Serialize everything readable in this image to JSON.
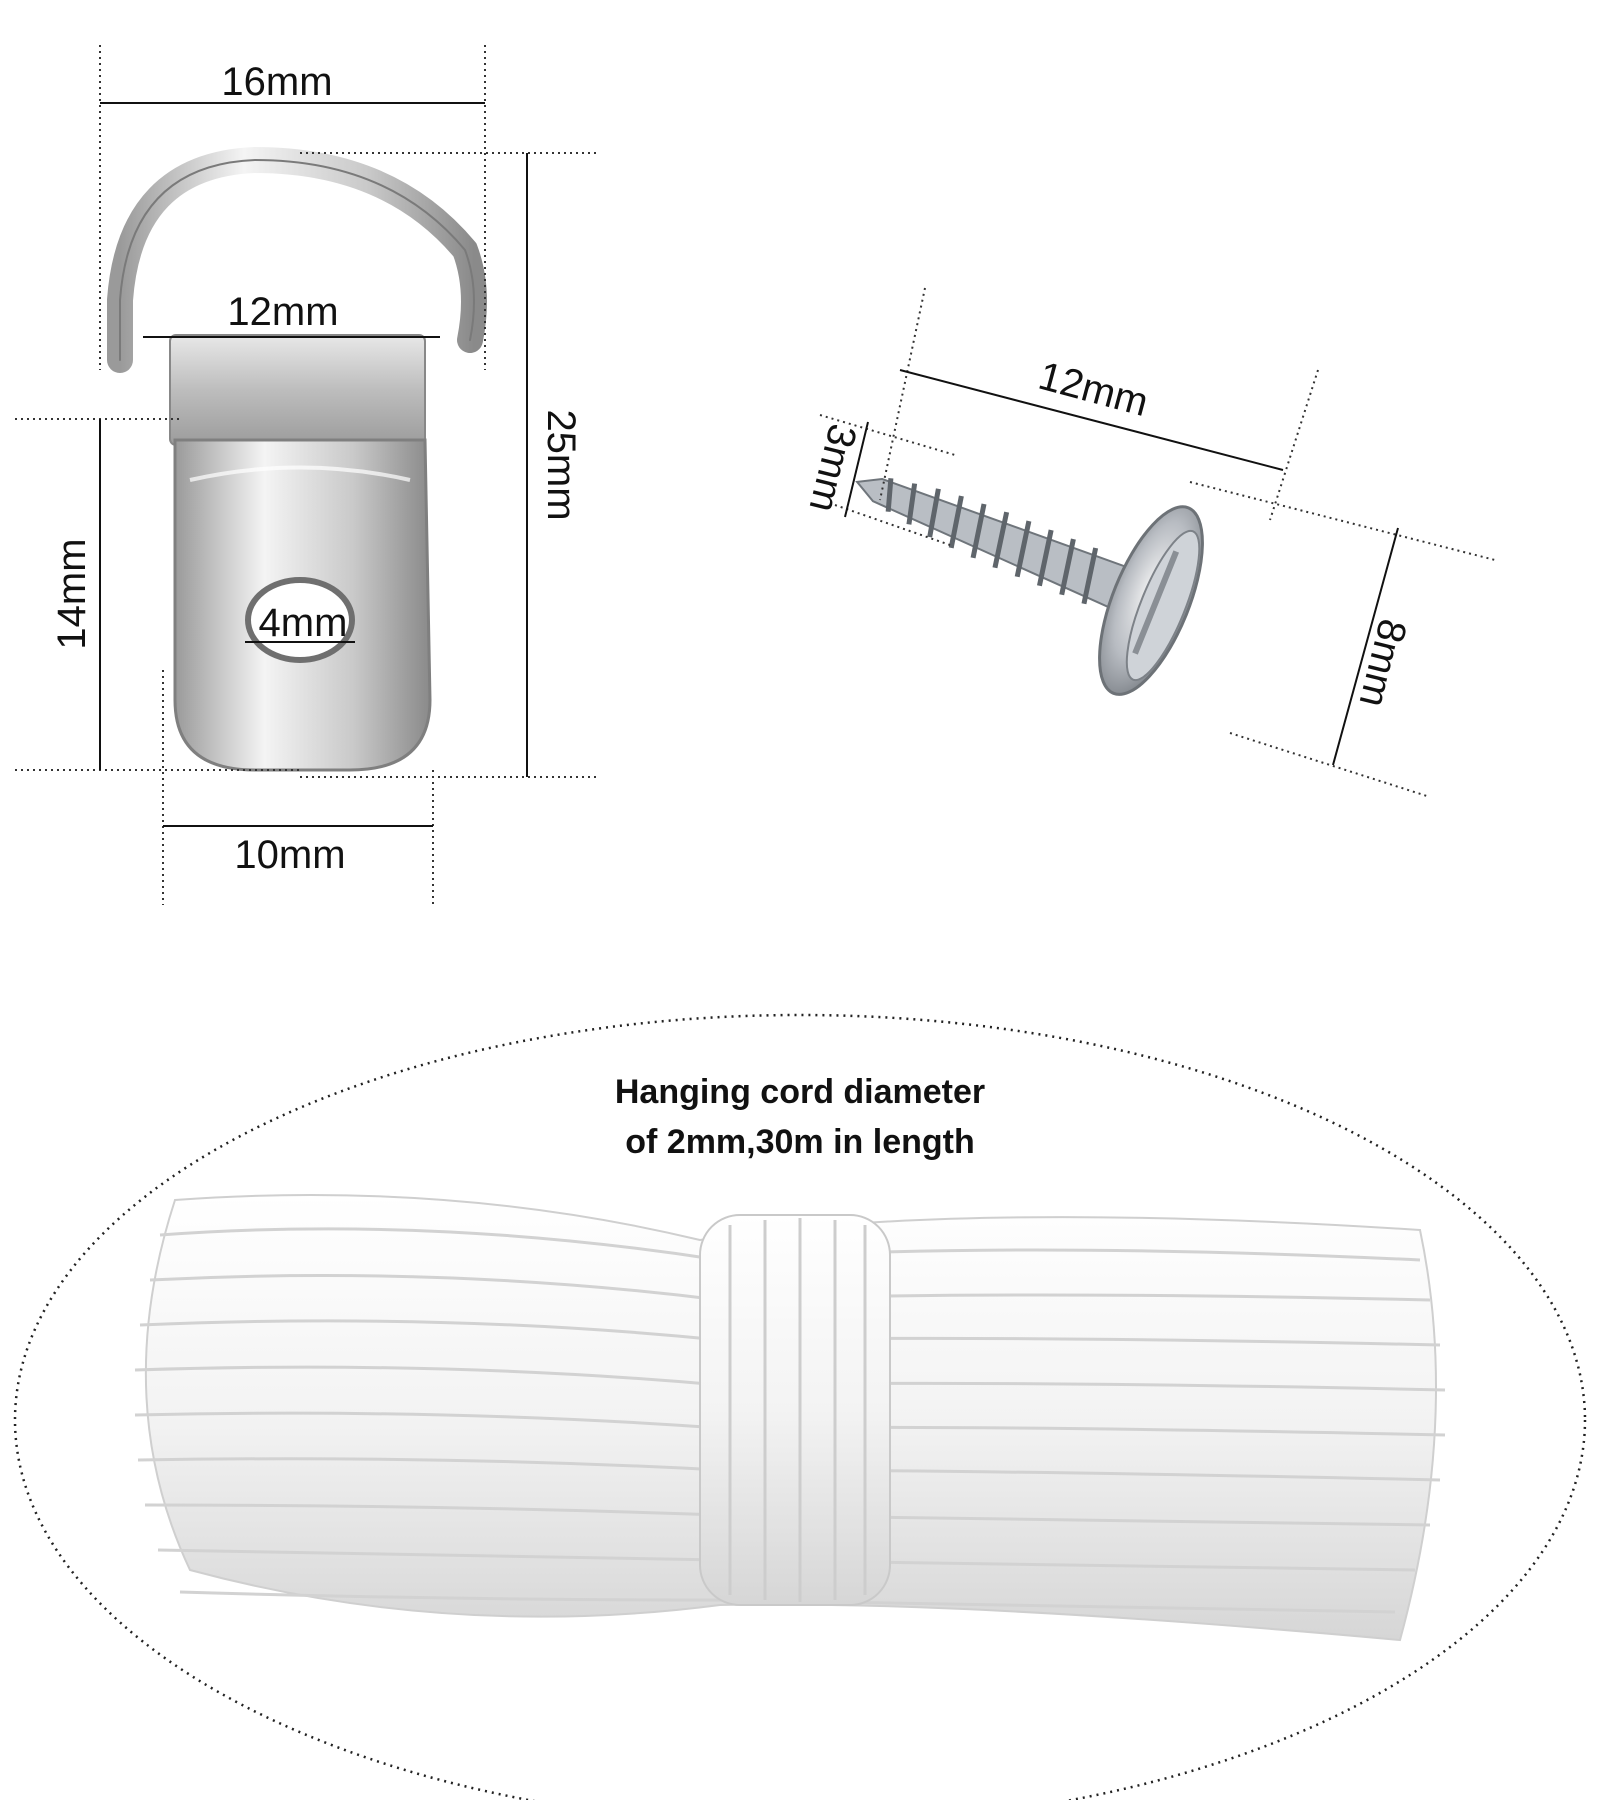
{
  "hanger": {
    "width_top": "16mm",
    "strap_width": "12mm",
    "total_height": "25mm",
    "plate_height": "14mm",
    "hole_diameter": "4mm",
    "plate_bottom_width": "10mm"
  },
  "screw": {
    "length": "12mm",
    "thread_diameter": "3mm",
    "head_diameter": "8mm"
  },
  "cord": {
    "caption_line1": "Hanging cord diameter",
    "caption_line2": "of 2mm,30m in length"
  },
  "colors": {
    "metal_light": "#f2f2f2",
    "metal_dark": "#8a8a8a",
    "cord": "#ffffff",
    "cord_shadow": "#d8d8d8"
  }
}
